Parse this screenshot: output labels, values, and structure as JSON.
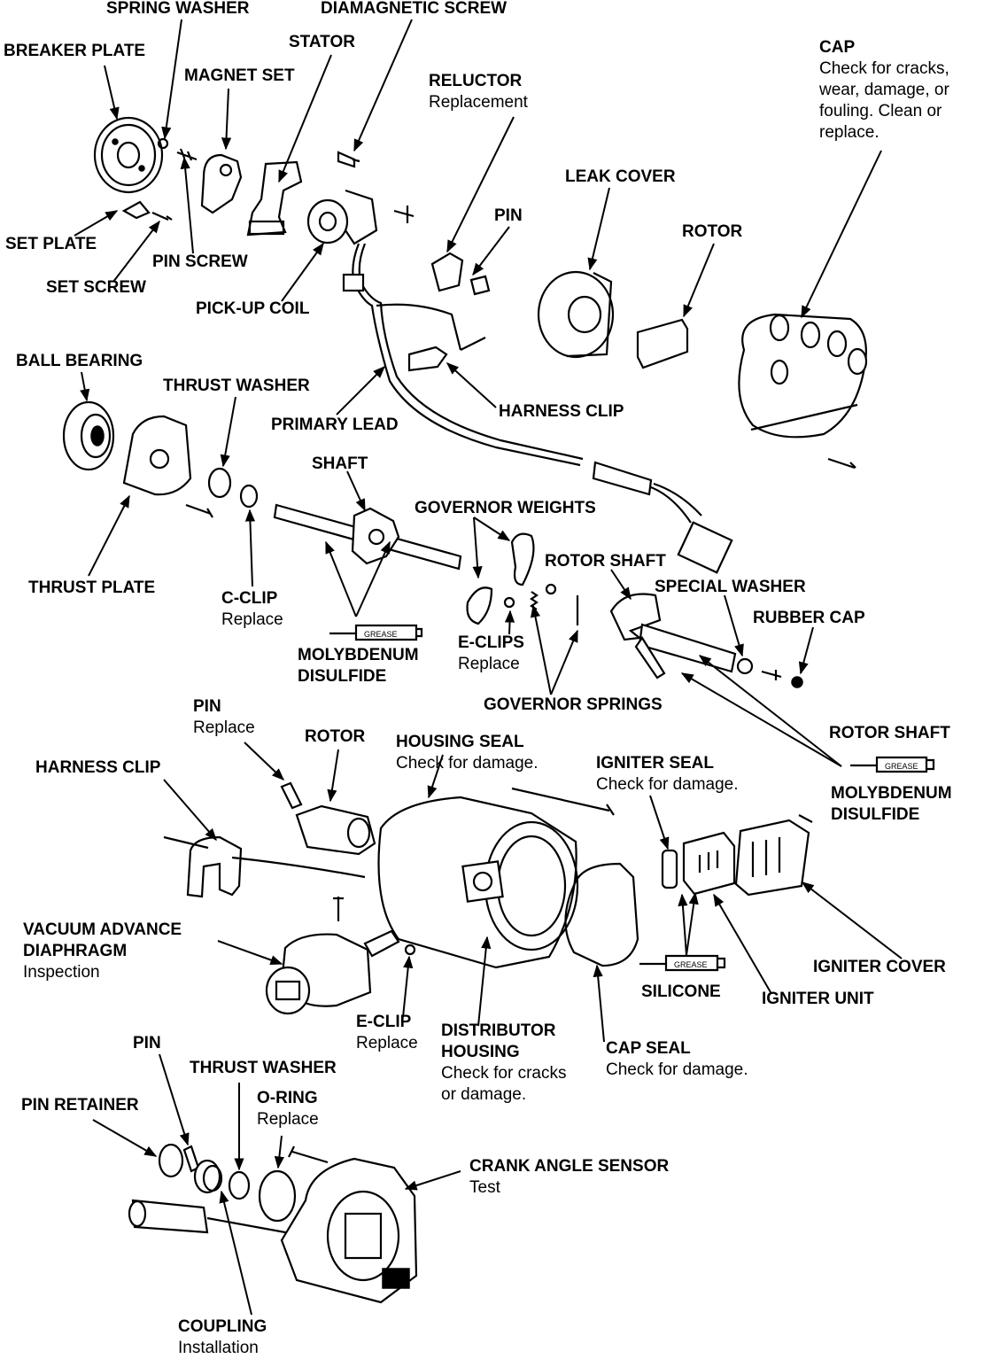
{
  "labels": {
    "spring_washer": {
      "title": "SPRING WASHER"
    },
    "diamagnetic_screw": {
      "title": "DIAMAGNETIC SCREW"
    },
    "breaker_plate": {
      "title": "BREAKER PLATE"
    },
    "stator": {
      "title": "STATOR"
    },
    "magnet_set": {
      "title": "MAGNET SET"
    },
    "cap": {
      "title": "CAP",
      "note": [
        "Check for cracks,",
        "wear, damage, or",
        "fouling. Clean or",
        "replace."
      ]
    },
    "reluctor": {
      "title": "RELUCTOR",
      "note": "Replacement"
    },
    "leak_cover": {
      "title": "LEAK COVER"
    },
    "pin_top": {
      "title": "PIN"
    },
    "rotor_top": {
      "title": "ROTOR"
    },
    "set_plate": {
      "title": "SET PLATE"
    },
    "pin_screw": {
      "title": "PIN SCREW"
    },
    "set_screw": {
      "title": "SET SCREW"
    },
    "pickup_coil": {
      "title": "PICK-UP COIL"
    },
    "ball_bearing": {
      "title": "BALL BEARING"
    },
    "thrust_washer_mid": {
      "title": "THRUST WASHER"
    },
    "harness_clip_top": {
      "title": "HARNESS CLIP"
    },
    "primary_lead": {
      "title": "PRIMARY LEAD"
    },
    "shaft": {
      "title": "SHAFT"
    },
    "governor_weights": {
      "title": "GOVERNOR WEIGHTS"
    },
    "rotor_shaft_mid": {
      "title": "ROTOR SHAFT"
    },
    "thrust_plate": {
      "title": "THRUST PLATE"
    },
    "c_clip": {
      "title": "C-CLIP",
      "note": "Replace"
    },
    "special_washer": {
      "title": "SPECIAL WASHER"
    },
    "rubber_cap": {
      "title": "RUBBER CAP"
    },
    "moly_left": {
      "title": [
        "MOLYBDENUM",
        "DISULFIDE"
      ]
    },
    "e_clips": {
      "title": "E-CLIPS",
      "note": "Replace"
    },
    "governor_springs": {
      "title": "GOVERNOR SPRINGS"
    },
    "pin_mid": {
      "title": "PIN",
      "note": "Replace"
    },
    "rotor_mid": {
      "title": "ROTOR"
    },
    "housing_seal": {
      "title": "HOUSING SEAL",
      "note": "Check for damage."
    },
    "rotor_shaft_right": {
      "title": "ROTOR SHAFT"
    },
    "harness_clip_mid": {
      "title": "HARNESS CLIP"
    },
    "igniter_seal": {
      "title": "IGNITER SEAL",
      "note": "Check for damage."
    },
    "moly_right": {
      "title": [
        "MOLYBDENUM",
        "DISULFIDE"
      ]
    },
    "vacuum_advance": {
      "title": [
        "VACUUM ADVANCE",
        "DIAPHRAGM"
      ],
      "note": "Inspection"
    },
    "igniter_cover": {
      "title": "IGNITER COVER"
    },
    "silicone": {
      "title": "SILICONE"
    },
    "igniter_unit": {
      "title": "IGNITER UNIT"
    },
    "e_clip": {
      "title": "E-CLIP",
      "note": "Replace"
    },
    "distributor_housing": {
      "title": [
        "DISTRIBUTOR",
        "HOUSING"
      ],
      "note": [
        "Check for cracks",
        "or damage."
      ]
    },
    "cap_seal": {
      "title": "CAP SEAL",
      "note": "Check for damage."
    },
    "pin_bottom": {
      "title": "PIN"
    },
    "thrust_washer_bottom": {
      "title": "THRUST WASHER"
    },
    "pin_retainer": {
      "title": "PIN RETAINER"
    },
    "o_ring": {
      "title": "O-RING",
      "note": "Replace"
    },
    "crank_angle_sensor": {
      "title": "CRANK ANGLE SENSOR",
      "note": "Test"
    },
    "coupling": {
      "title": "COUPLING",
      "note": "Installation"
    }
  },
  "grease_tube_text": "GREASE"
}
